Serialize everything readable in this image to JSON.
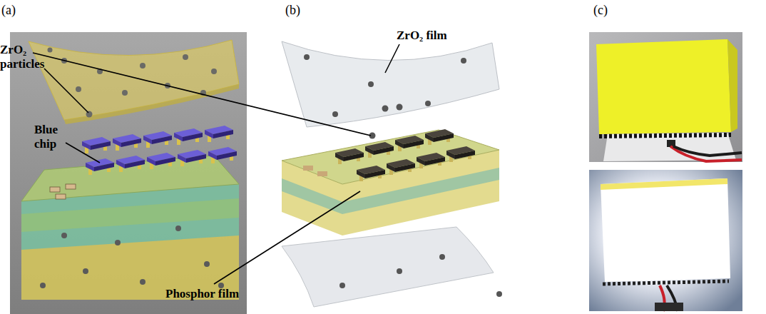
{
  "diagram": {
    "labels": [
      "(a)",
      "(b)",
      "(c)",
      "ZrO₂ particles",
      "Blue chip",
      "Phosphor film",
      "ZrO₂ film"
    ]
  }
}
